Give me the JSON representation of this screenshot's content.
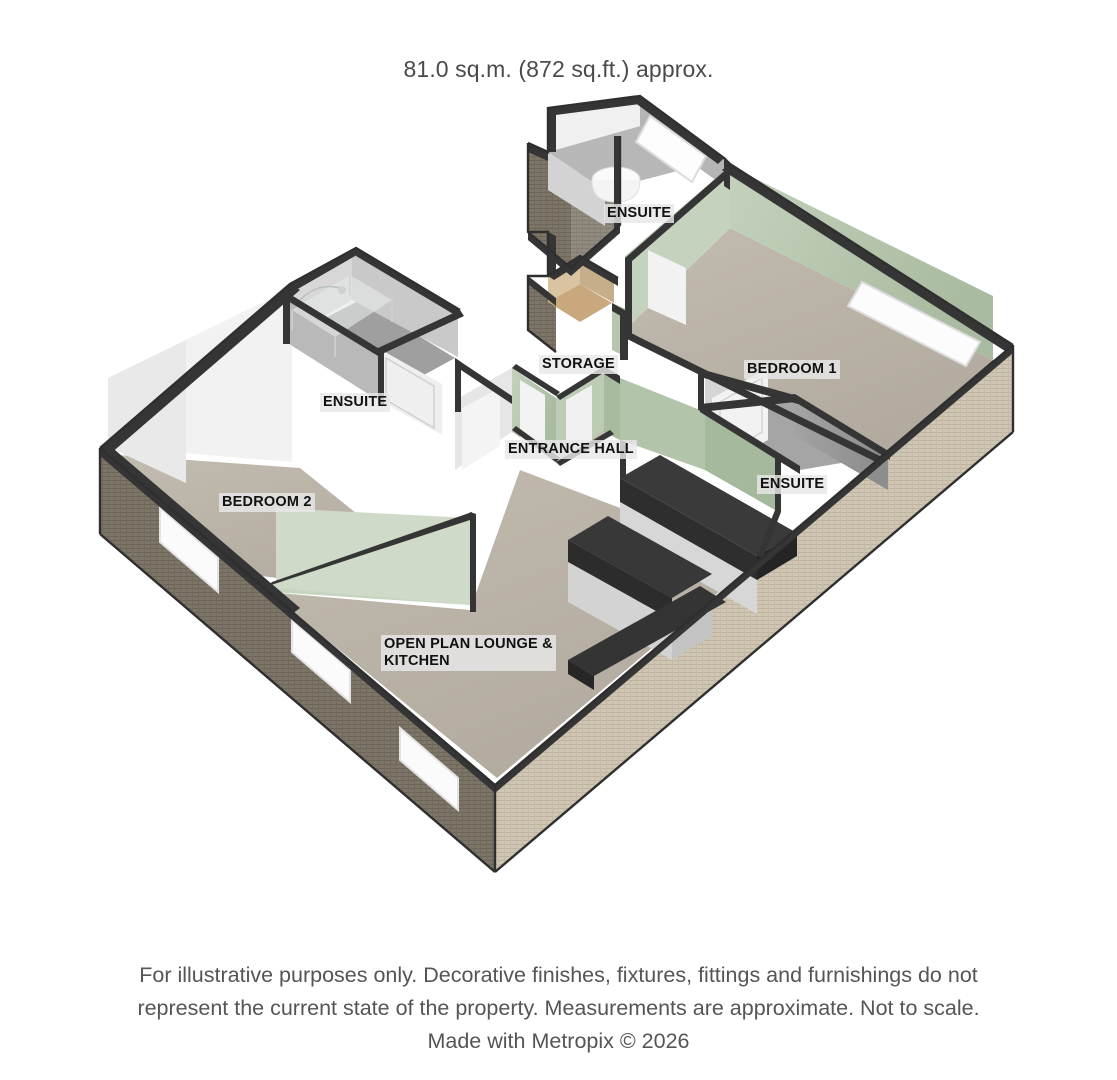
{
  "title": "81.0 sq.m. (872 sq.ft.) approx.",
  "footer": {
    "line1": "For illustrative purposes only. Decorative finishes, fixtures, fittings and furnishings do not",
    "line2": "represent the current state of the property. Measurements are approximate. Not to scale.",
    "line3": "Made with Metropix © 2026"
  },
  "rooms": [
    {
      "id": "ensuite-top",
      "label": "ENSUITE"
    },
    {
      "id": "bedroom-1",
      "label": "BEDROOM 1"
    },
    {
      "id": "ensuite-bed1",
      "label": "ENSUITE"
    },
    {
      "id": "storage",
      "label": "STORAGE"
    },
    {
      "id": "entrance-hall",
      "label": "ENTRANCE HALL"
    },
    {
      "id": "ensuite-bed2",
      "label": "ENSUITE"
    },
    {
      "id": "bedroom-2",
      "label": "BEDROOM 2"
    },
    {
      "id": "lounge-kitchen",
      "label": "OPEN PLAN LOUNGE &\nKITCHEN"
    }
  ],
  "colors": {
    "background": "#ffffff",
    "title_text": "#4a4a4a",
    "footer_text": "#555555",
    "label_text": "#111111",
    "label_background": "#e8e8e8",
    "wall_dark": "#353535",
    "wall_dark_edge": "#2b2b2b",
    "exterior_brick_light": "#cfc6b4",
    "exterior_brick_dark": "#7d7567",
    "floor_carpet": "#b9b2a6",
    "floor_tile_grey": "#a9a9a9",
    "floor_storage_wood": "#c8a87c",
    "wall_sage": "#b9c9b2",
    "wall_sage_dark": "#8fa383",
    "wall_white": "#f0f0f0",
    "wall_grey": "#9a9a9a",
    "worktop_black": "#2e2e2e",
    "cabinet_white": "#dcdcdc",
    "window_white": "#fbfbfb"
  },
  "chart_data": {
    "type": "table",
    "title": "81.0 sq.m. (872 sq.ft.) approx.",
    "categories": [
      "ENSUITE",
      "BEDROOM 1",
      "ENSUITE",
      "STORAGE",
      "ENTRANCE HALL",
      "ENSUITE",
      "BEDROOM 2",
      "OPEN PLAN LOUNGE & KITCHEN"
    ],
    "values": [
      null,
      null,
      null,
      null,
      null,
      null,
      null,
      null
    ],
    "xlabel": "",
    "ylabel": "",
    "notes": "3D isometric floor plan illustration; total floor area 81.0 sq.m. (872 sq.ft.) approximate."
  }
}
